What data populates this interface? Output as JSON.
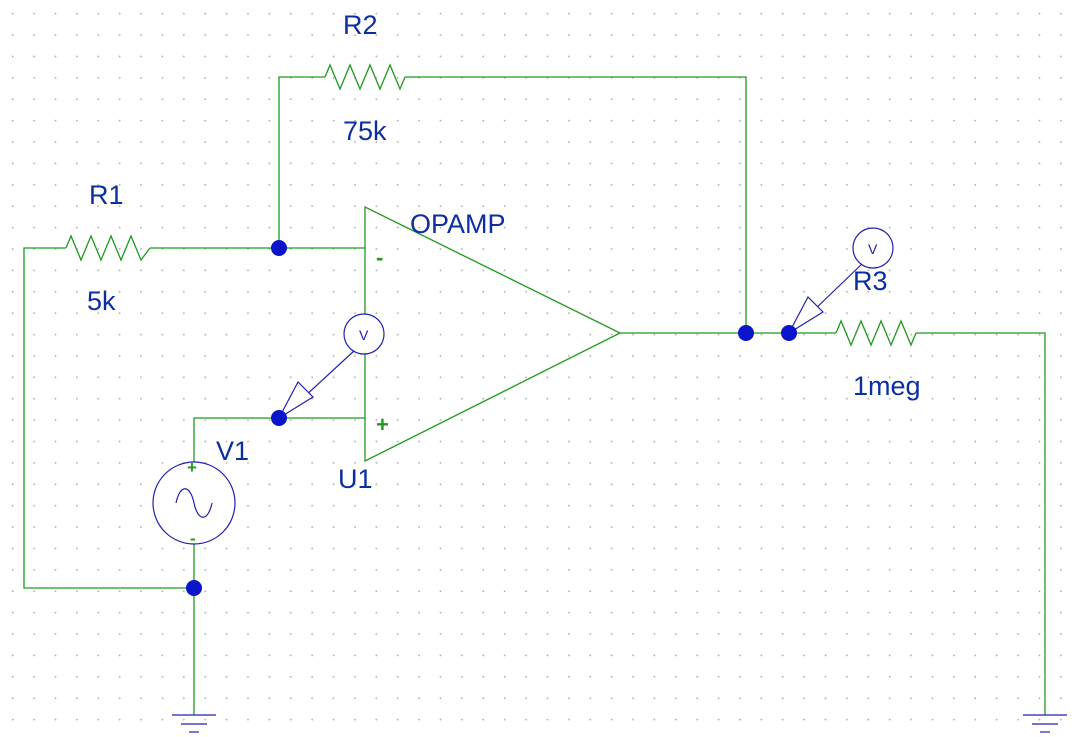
{
  "colors": {
    "wire": "#1f9a1f",
    "label": "#0b2fa0",
    "junction": "#0a14c8",
    "probe": "#2020b0"
  },
  "components": {
    "R1": {
      "ref": "R1",
      "value": "5k"
    },
    "R2": {
      "ref": "R2",
      "value": "75k"
    },
    "R3": {
      "ref": "R3",
      "value": "1meg"
    },
    "U1": {
      "ref": "U1",
      "value": "OPAMP",
      "inv_pin": "-",
      "noninv_pin": "+"
    },
    "V1": {
      "ref": "V1",
      "pos": "+",
      "neg": "-"
    }
  },
  "probes": [
    {
      "label": "V"
    },
    {
      "label": "V"
    }
  ],
  "icons": [
    "resistor-icon",
    "opamp-icon",
    "ac-source-icon",
    "ground-icon",
    "voltage-probe-icon",
    "junction-dot"
  ]
}
